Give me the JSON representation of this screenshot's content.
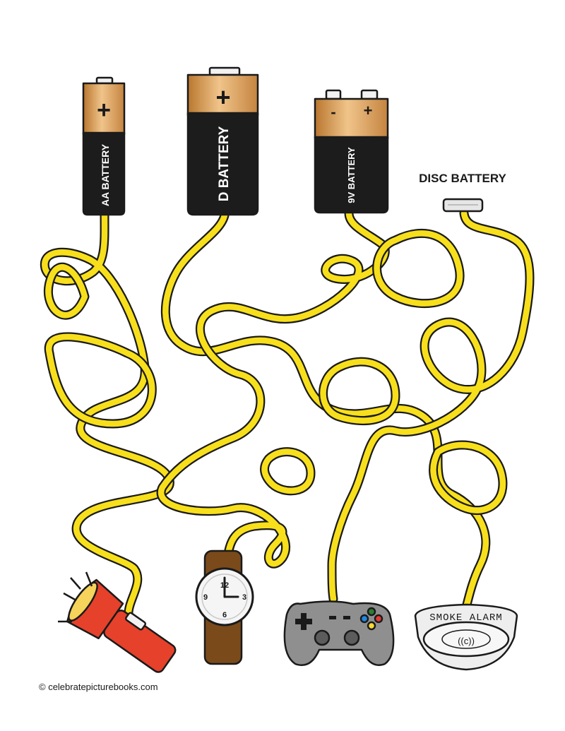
{
  "puzzle": {
    "batteries": [
      {
        "key": "aa",
        "label": "AA BATTERY",
        "plus": "+"
      },
      {
        "key": "d",
        "label": "D BATTERY",
        "plus": "+"
      },
      {
        "key": "9v",
        "label": "9V BATTERY",
        "minus": "-",
        "plus": "+"
      },
      {
        "key": "disc",
        "label": "DISC BATTERY"
      }
    ],
    "devices": [
      {
        "key": "flashlight",
        "icon": "flashlight-icon"
      },
      {
        "key": "watch",
        "icon": "wristwatch-icon",
        "dial": [
          "12",
          "3",
          "6",
          "9"
        ]
      },
      {
        "key": "controller",
        "icon": "game-controller-icon"
      },
      {
        "key": "smoke_alarm",
        "icon": "smoke-alarm-icon",
        "label": "SMOKE ALARM",
        "center": "((c))"
      }
    ],
    "credit": "© celebratepicturebooks.com"
  },
  "colors": {
    "cord": "#f7df1c",
    "battery_copper": "#d59a4e",
    "battery_body": "#1c1c1c",
    "flashlight": "#e5412b",
    "watch_strap": "#7a4a1a",
    "controller": "#8f8f8f",
    "smoke_alarm": "#eeeeee"
  }
}
